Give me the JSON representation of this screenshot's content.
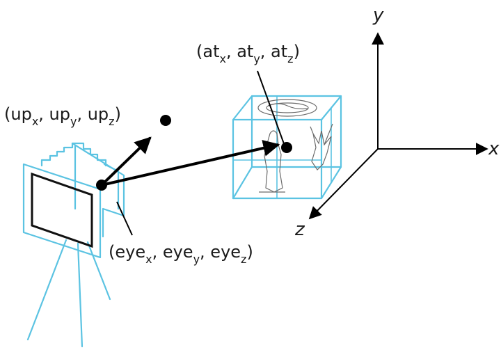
{
  "labels": {
    "up": {
      "base": "(up",
      "s1": "x",
      "c1": ", up",
      "s2": "y",
      "c2": ", up",
      "s3": "z",
      "end": ")"
    },
    "at": {
      "base": "(at",
      "s1": "x",
      "c1": ", at",
      "s2": "y",
      "c2": ", at",
      "s3": "z",
      "end": ")"
    },
    "eye": {
      "base": "(eye",
      "s1": "x",
      "c1": ", eye",
      "s2": "y",
      "c2": ", eye",
      "s3": "z",
      "end": ")"
    },
    "axes": {
      "x": "x",
      "y": "y",
      "z": "z"
    }
  },
  "colors": {
    "camera": "#5bc3e2",
    "cube": "#5bc3e2",
    "vectors": "#000000",
    "axes": "#000000"
  },
  "icons": [
    "camera-icon",
    "cube-object",
    "coordinate-axes"
  ]
}
